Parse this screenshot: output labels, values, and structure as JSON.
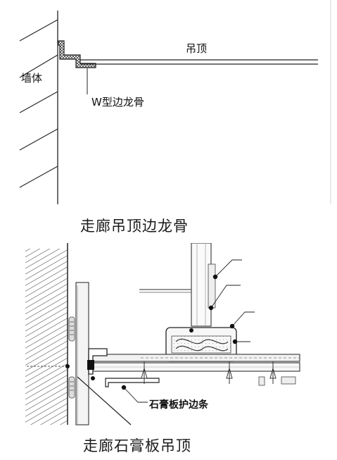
{
  "top_diagram": {
    "label_ceiling": "吊顶",
    "label_wall": "墙体",
    "label_edge_keel": "W型边龙骨",
    "caption": "走廊吊顶边龙骨"
  },
  "bottom_diagram": {
    "label_edge_strip": "石膏板护边条",
    "caption": "走廊石膏板吊顶"
  }
}
